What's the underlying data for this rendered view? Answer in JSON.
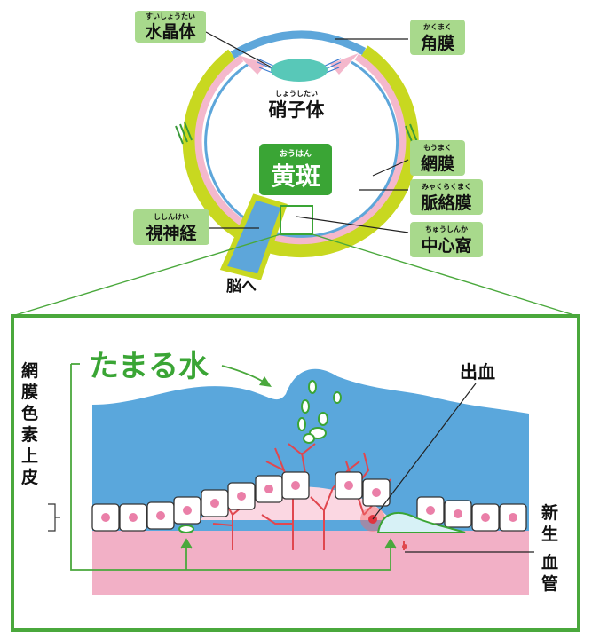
{
  "eye_labels": {
    "lens": {
      "text": "水晶体",
      "ruby": "すいしょうたい"
    },
    "cornea": {
      "text": "角膜",
      "ruby": "かくまく"
    },
    "vitreous": {
      "text": "硝子体",
      "ruby": "しょうしたい"
    },
    "macula": {
      "text": "黄斑",
      "ruby": "おうはん"
    },
    "retina": {
      "text": "網膜",
      "ruby": "もうまく"
    },
    "choroid": {
      "text": "脈絡膜",
      "ruby": "みゃくらくまく"
    },
    "fovea": {
      "text": "中心窩",
      "ruby": "ちゅうしんか"
    },
    "optic_nerve": {
      "text": "視神経",
      "ruby": "ししんけい"
    },
    "to_brain": "脳へ"
  },
  "detail_labels": {
    "fluid": "たまる水",
    "hemorrhage": "出血",
    "rpe": [
      "網",
      "膜",
      "色",
      "素",
      "上",
      "皮"
    ],
    "new_vessels": [
      "新",
      "生",
      "血",
      "管"
    ]
  },
  "colors": {
    "label_bg": "#a8d98c",
    "macula_bg": "#3aa535",
    "frame_green": "#4aa83c",
    "fluid_blue": "#5aa7dc",
    "tissue_pink": "#f2b0c6",
    "vessel_red": "#e0474f",
    "sclera_yellow": "#c8d820",
    "cornea_blue": "#5da6da",
    "lens_teal": "#58c8b8"
  }
}
